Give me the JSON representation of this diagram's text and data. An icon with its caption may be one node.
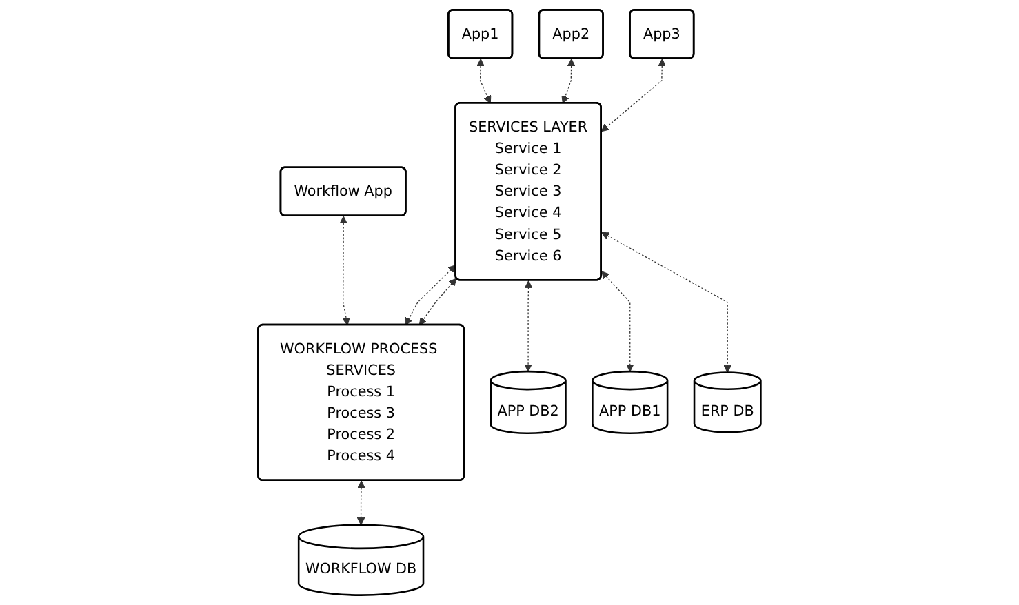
{
  "diagram": {
    "nodes": [
      {
        "text": [
          "App1"
        ]
      },
      {
        "text": [
          "App2"
        ]
      },
      {
        "text": [
          "App3"
        ]
      },
      {
        "text": [
          "Workflow App"
        ]
      },
      {
        "text": [
          "SERVICES LAYER",
          "Service 1",
          "Service 2",
          "Service 3",
          "Service 4",
          "Service 5",
          "Service 6"
        ]
      },
      {
        "text": [
          "WORKFLOW PROCESS SERVICES",
          "Process 1",
          "Process 3",
          "Process 2",
          "Process 4"
        ]
      },
      {
        "text": [
          "APP DB2"
        ]
      },
      {
        "text": [
          "APP DB1"
        ]
      },
      {
        "text": [
          "ERP DB"
        ]
      },
      {
        "text": [
          "WORKFLOW DB"
        ]
      }
    ],
    "edges": [
      {
        "from": 0,
        "to": 4,
        "arrow": "both",
        "style": "dashed"
      },
      {
        "from": 1,
        "to": 4,
        "arrow": "both",
        "style": "dashed"
      },
      {
        "from": 2,
        "to": 4,
        "arrow": "both",
        "style": "dashed"
      },
      {
        "from": 3,
        "to": 5,
        "arrow": "both",
        "style": "dashed"
      },
      {
        "from": 4,
        "to": 5,
        "arrow": "both",
        "style": "dashed"
      },
      {
        "from": 4,
        "to": 5,
        "arrow": "both",
        "style": "dashed"
      },
      {
        "from": 4,
        "to": 6,
        "arrow": "both",
        "style": "dashed"
      },
      {
        "from": 4,
        "to": 7,
        "arrow": "both",
        "style": "dashed"
      },
      {
        "from": 4,
        "to": 8,
        "arrow": "both",
        "style": "dashed"
      },
      {
        "from": 5,
        "to": 9,
        "arrow": "both",
        "style": "dashed"
      }
    ]
  }
}
